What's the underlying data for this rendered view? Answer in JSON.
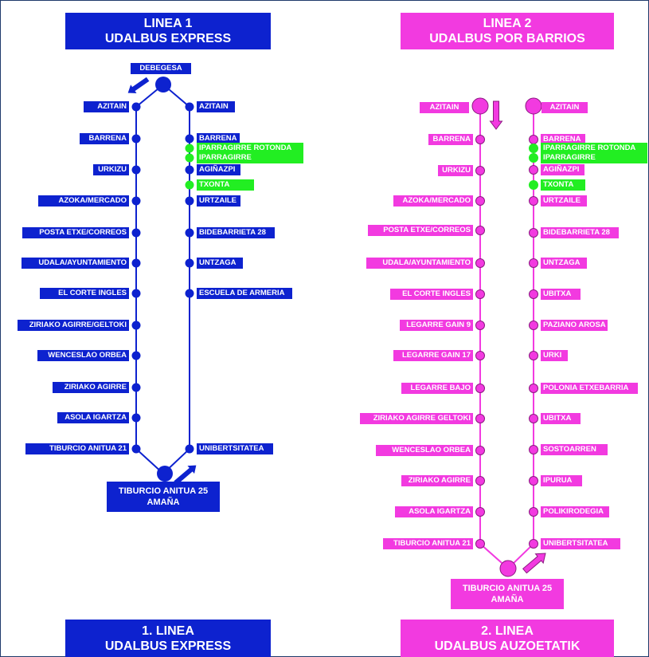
{
  "colors": {
    "blue": "#0d22cf",
    "magenta": "#f23ae0",
    "green": "#22ee22"
  },
  "line1": {
    "header": {
      "line1": "LINEA 1",
      "line2": "UDALBUS EXPRESS"
    },
    "footer": {
      "line1": "1. LINEA",
      "line2": "UDALBUS EXPRESS"
    },
    "start_terminal": "DEBEGESA",
    "end_terminal": {
      "line1": "TIBURCIO ANITUA 25",
      "line2": "AMAÑA"
    },
    "left_stops": [
      "AZITAIN",
      "BARRENA",
      "URKIZU",
      "AZOKA/MERCADO",
      "POSTA ETXE/CORREOS",
      "UDALA/AYUNTAMIENTO",
      "EL CORTE INGLES",
      "ZIRIAKO AGIRRE/GELTOKI",
      "WENCESLAO ORBEA",
      "ZIRIAKO AGIRRE",
      "ASOLA IGARTZA",
      "TIBURCIO ANITUA 21"
    ],
    "right_stops": [
      {
        "name": "AZITAIN",
        "green": false
      },
      {
        "name": "BARRENA",
        "green": false
      },
      {
        "name": "IPARRAGIRRE ROTONDA",
        "green": true
      },
      {
        "name": "IPARRAGIRRE",
        "green": true
      },
      {
        "name": "AGIÑAZPI",
        "green": false
      },
      {
        "name": "TXONTA",
        "green": true
      },
      {
        "name": "URTZAILE",
        "green": false
      },
      {
        "name": "BIDEBARRIETA 28",
        "green": false
      },
      {
        "name": "UNTZAGA",
        "green": false
      },
      {
        "name": "ESCUELA DE ARMERIA",
        "green": false
      },
      {
        "name": "UNIBERTSITATEA",
        "green": false
      }
    ]
  },
  "line2": {
    "header": {
      "line1": "LINEA 2",
      "line2": "UDALBUS POR BARRIOS"
    },
    "footer": {
      "line1": "2. LINEA",
      "line2": "UDALBUS AUZOETATIK"
    },
    "start_left": "AZITAIN",
    "start_right": "AZITAIN",
    "end_terminal": {
      "line1": "TIBURCIO ANITUA 25",
      "line2": "AMAÑA"
    },
    "left_stops": [
      "BARRENA",
      "URKIZU",
      "AZOKA/MERCADO",
      "POSTA ETXE/CORREOS",
      "UDALA/AYUNTAMIENTO",
      "EL CORTE INGLES",
      "LEGARRE GAIN 9",
      "LEGARRE GAIN 17",
      "LEGARRE BAJO",
      "ZIRIAKO AGIRRE GELTOKI",
      "WENCESLAO ORBEA",
      "ZIRIAKO AGIRRE",
      "ASOLA IGARTZA",
      "TIBURCIO ANITUA 21"
    ],
    "right_stops": [
      {
        "name": "BARRENA",
        "green": false
      },
      {
        "name": "IPARRAGIRRE ROTONDA",
        "green": true
      },
      {
        "name": "IPARRAGIRRE",
        "green": true
      },
      {
        "name": "AGIÑAZPI",
        "green": false
      },
      {
        "name": "TXONTA",
        "green": true
      },
      {
        "name": "URTZAILE",
        "green": false
      },
      {
        "name": "BIDEBARRIETA 28",
        "green": false
      },
      {
        "name": "UNTZAGA",
        "green": false
      },
      {
        "name": "UBITXA",
        "green": false
      },
      {
        "name": "PAZIANO AROSA",
        "green": false
      },
      {
        "name": "URKI",
        "green": false
      },
      {
        "name": "POLONIA ETXEBARRIA",
        "green": false
      },
      {
        "name": "UBITXA",
        "green": false
      },
      {
        "name": "SOSTOARREN",
        "green": false
      },
      {
        "name": "IPURUA",
        "green": false
      },
      {
        "name": "POLIKIRODEGIA",
        "green": false
      },
      {
        "name": "UNIBERTSITATEA",
        "green": false
      }
    ]
  }
}
